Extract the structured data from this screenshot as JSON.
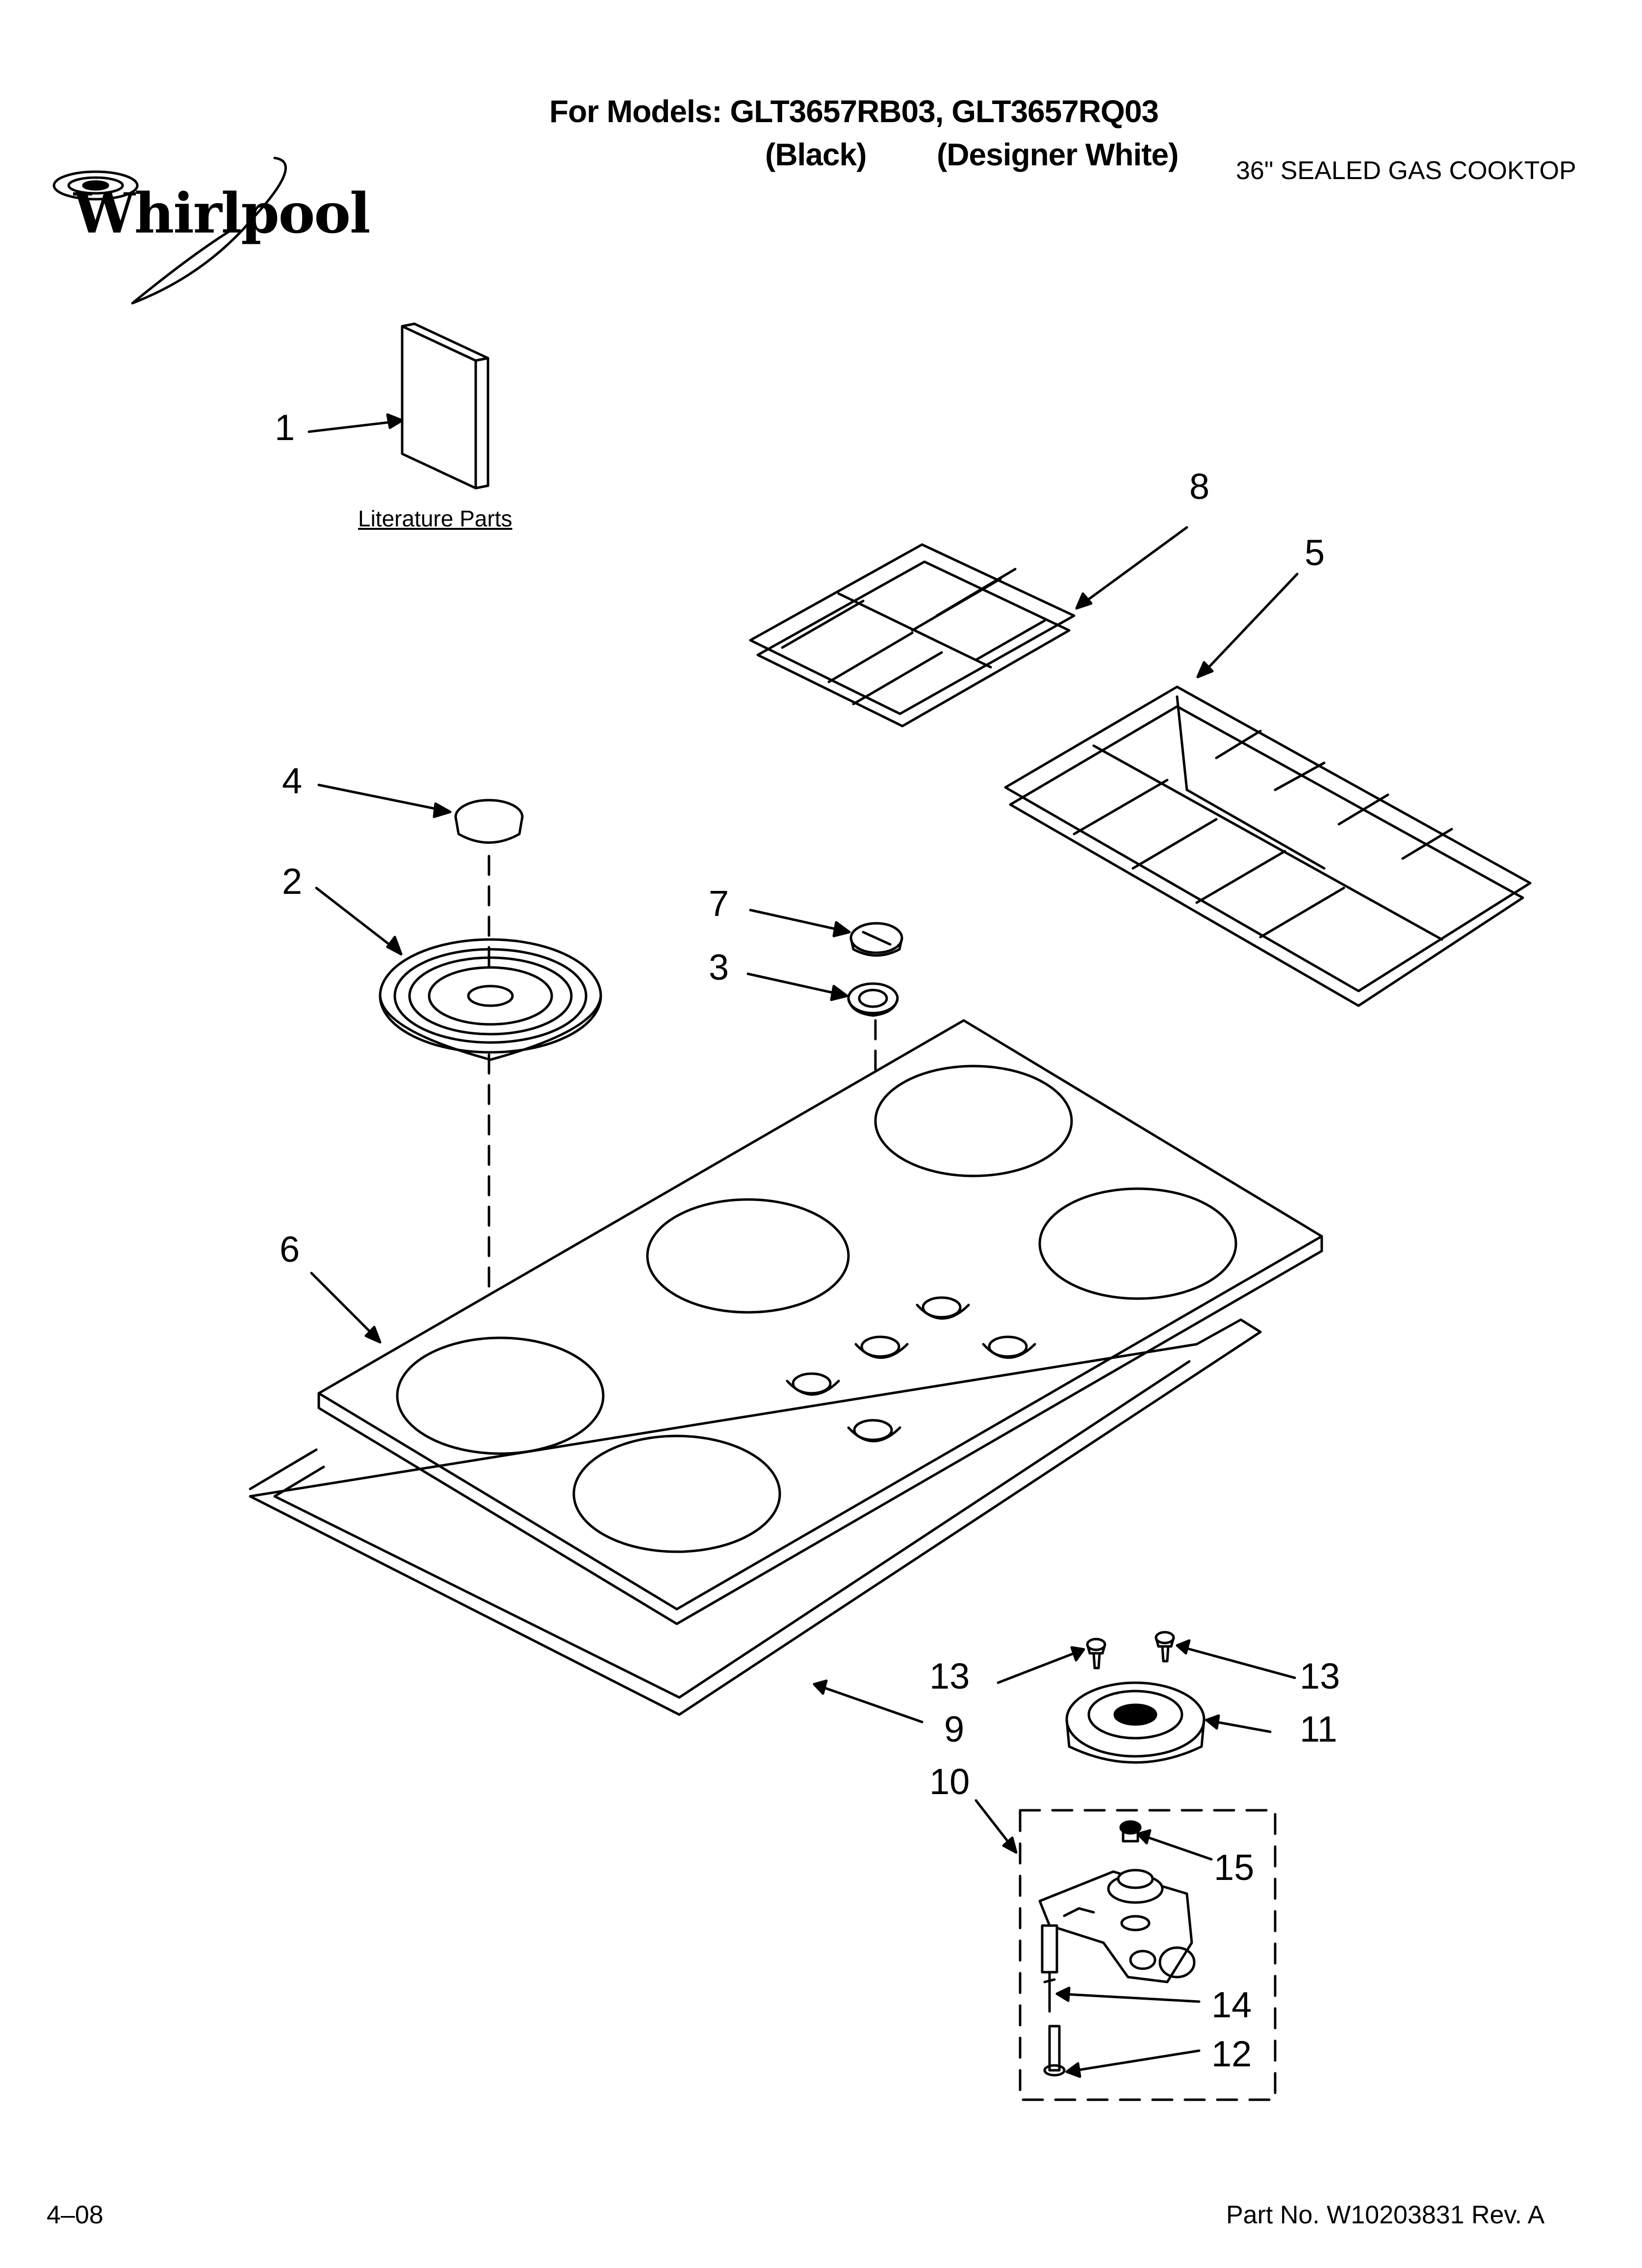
{
  "header": {
    "models_line": "For Models: GLT3657RB03, GLT3657RQ03",
    "variant_black": "(Black)",
    "variant_white": "(Designer White)",
    "product": "36\" SEALED GAS COOKTOP"
  },
  "brand": {
    "logo_text": "Whirlpool"
  },
  "literature_label": "Literature Parts",
  "callouts": {
    "c1": "1",
    "c2": "2",
    "c3": "3",
    "c4": "4",
    "c5": "5",
    "c6": "6",
    "c7": "7",
    "c8": "8",
    "c9": "9",
    "c10": "10",
    "c11": "11",
    "c12": "12",
    "c13a": "13",
    "c13b": "13",
    "c14": "14",
    "c15": "15"
  },
  "footer": {
    "date": "4–08",
    "part_no": "Part No. W10203831 Rev. A"
  }
}
